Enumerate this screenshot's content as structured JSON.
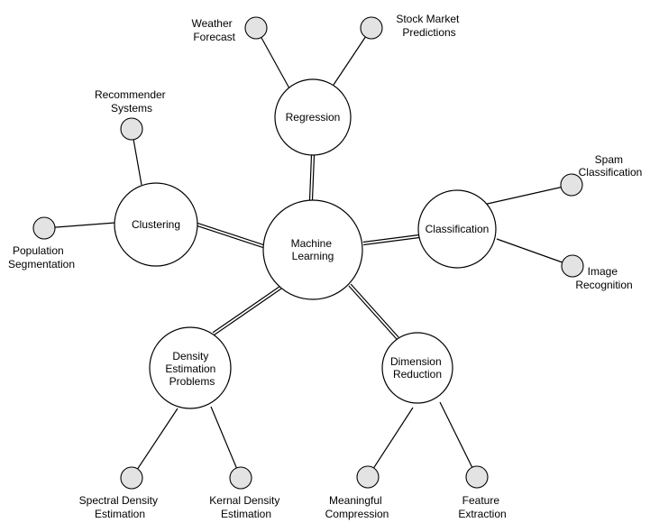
{
  "diagram": {
    "center": {
      "label": [
        "Machine",
        "Learning"
      ]
    },
    "categories": {
      "regression": {
        "label": [
          "Regression"
        ],
        "examples": [
          [
            "Weather",
            "Forecast"
          ],
          [
            "Stock Market",
            "Predictions"
          ]
        ]
      },
      "classification": {
        "label": [
          "Classification"
        ],
        "examples": [
          [
            "Spam",
            "Classification"
          ],
          [
            "Image",
            "Recognition"
          ]
        ]
      },
      "clustering": {
        "label": [
          "Clustering"
        ],
        "examples": [
          [
            "Recommender",
            "Systems"
          ],
          [
            "Population",
            "Segmentation"
          ]
        ]
      },
      "density": {
        "label": [
          "Density",
          "Estimation",
          "Problems"
        ],
        "examples": [
          [
            "Spectral Density",
            "Estimation"
          ],
          [
            "Kernal Density",
            "Estimation"
          ]
        ]
      },
      "dimension": {
        "label": [
          "Dimension",
          "Reduction"
        ],
        "examples": [
          [
            "Meaningful",
            "Compression"
          ],
          [
            "Feature",
            "Extraction"
          ]
        ]
      }
    },
    "colors": {
      "stroke": "#000000",
      "leaf_fill": "#e3e3e3",
      "node_fill": "#ffffff"
    }
  }
}
